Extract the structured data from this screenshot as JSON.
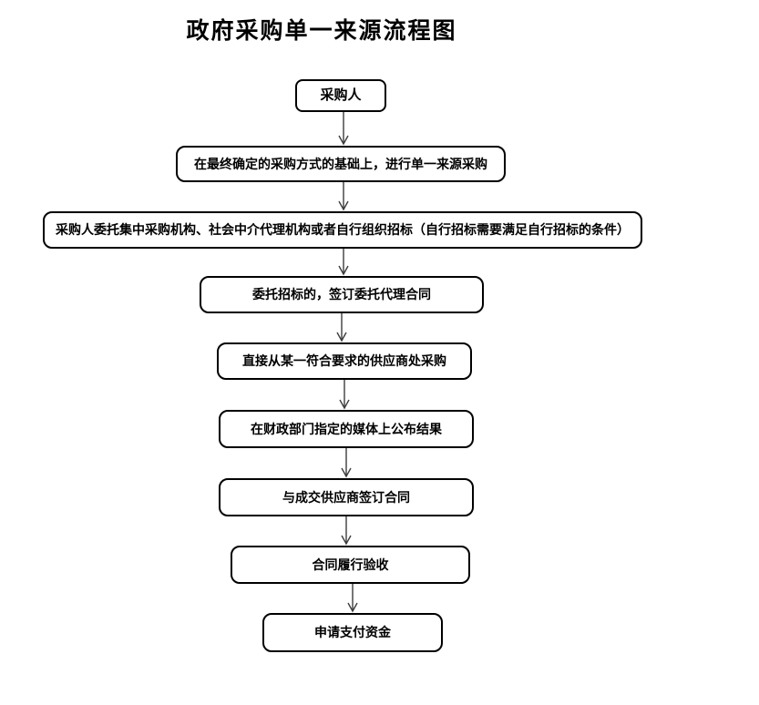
{
  "page": {
    "title": "政府采购单一来源流程图"
  },
  "flowchart": {
    "type": "flowchart",
    "direction": "top-down",
    "nodes": [
      {
        "id": "n1",
        "label": "采购人"
      },
      {
        "id": "n2",
        "label": "在最终确定的采购方式的基础上，进行单一来源采购"
      },
      {
        "id": "n3",
        "label": "采购人委托集中采购机构、社会中介代理机构或者自行组织招标（自行招标需要满足自行招标的条件）"
      },
      {
        "id": "n4",
        "label": "委托招标的，签订委托代理合同"
      },
      {
        "id": "n5",
        "label": "直接从某一符合要求的供应商处采购"
      },
      {
        "id": "n6",
        "label": "在财政部门指定的媒体上公布结果"
      },
      {
        "id": "n7",
        "label": "与成交供应商签订合同"
      },
      {
        "id": "n8",
        "label": "合同履行验收"
      },
      {
        "id": "n9",
        "label": "申请支付资金"
      }
    ],
    "edges": [
      {
        "from": "n1",
        "to": "n2"
      },
      {
        "from": "n2",
        "to": "n3"
      },
      {
        "from": "n3",
        "to": "n4"
      },
      {
        "from": "n4",
        "to": "n5"
      },
      {
        "from": "n5",
        "to": "n6"
      },
      {
        "from": "n6",
        "to": "n7"
      },
      {
        "from": "n7",
        "to": "n8"
      },
      {
        "from": "n8",
        "to": "n9"
      }
    ],
    "colors": {
      "background": "#ffffff",
      "node_fill": "#ffffff",
      "node_border": "#000000",
      "text": "#000000",
      "arrow": "#3d3d3d"
    }
  }
}
